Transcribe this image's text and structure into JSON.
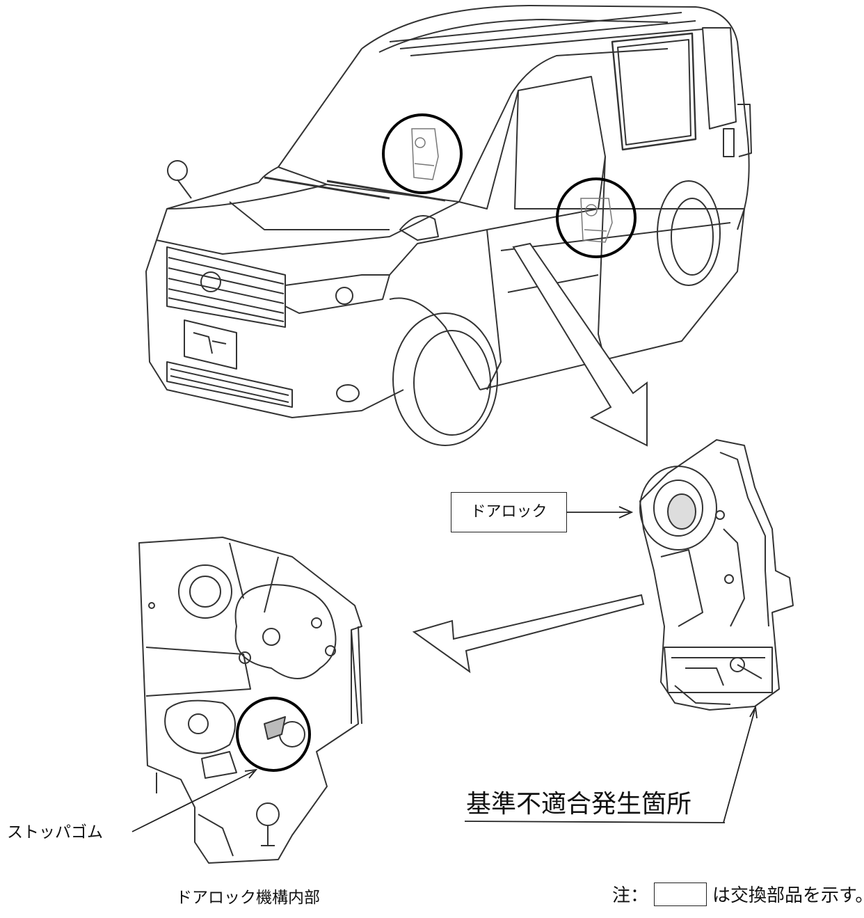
{
  "labels": {
    "door_lock": "ドアロック",
    "nonconformity_location": "基準不適合発生箇所",
    "stopper_rubber": "ストッパゴム",
    "door_lock_internal": "ドアロック機構内部"
  },
  "note": {
    "prefix": "注：",
    "suffix": "は交換部品を示す。"
  },
  "icons": [
    "vehicle-illustration",
    "door-lock-part",
    "door-lock-internal-mechanism",
    "callout-arrow-icon"
  ]
}
